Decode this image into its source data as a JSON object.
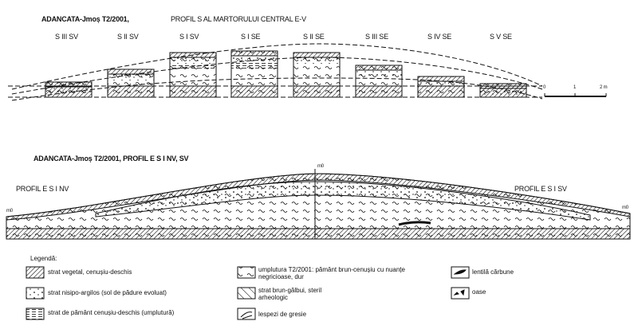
{
  "top_section": {
    "title": "ADANCATA-Jmoș T2/2001,",
    "subtitle": "PROFIL S AL MARTORULUI CENTRAL E-V",
    "section_labels": [
      "S III SV",
      "S II SV",
      "S I SV",
      "S I SE",
      "S II SE",
      "S III SE",
      "S IV SE",
      "S V SE"
    ],
    "scale": {
      "start": "0",
      "mid": "1",
      "end": "2 m"
    }
  },
  "bottom_section": {
    "title": "ADANCATA-Jmoș T2/2001, PROFIL E S I NV, SV",
    "left_label": "PROFIL E S I NV",
    "right_label": "PROFIL E S I SV",
    "datum_center": "m0",
    "datum_left": "m0",
    "datum_right": "m0"
  },
  "legend": {
    "title": "Legendă:",
    "items": [
      {
        "icon": "diagonal-hatch",
        "label": "strat vegetal, cenușiu-deschis"
      },
      {
        "icon": "dots",
        "label": "strat nisipo-argilos (sol de pădure evoluat)"
      },
      {
        "icon": "dashes",
        "label": "strat de pământ cenușiu-deschis (umplutură)"
      },
      {
        "icon": "waves",
        "label": "umplutura T2/2001: pământ brun-cenușiu cu nuanțe negricioase, dur"
      },
      {
        "icon": "wide-hatch",
        "label": "strat brun-gălbui, steril arheologic"
      },
      {
        "icon": "stone-slabs",
        "label": "lespezi de gresie"
      },
      {
        "icon": "charcoal-lens",
        "label": "lentilă cărbune"
      },
      {
        "icon": "bones",
        "label": "oase"
      }
    ]
  }
}
